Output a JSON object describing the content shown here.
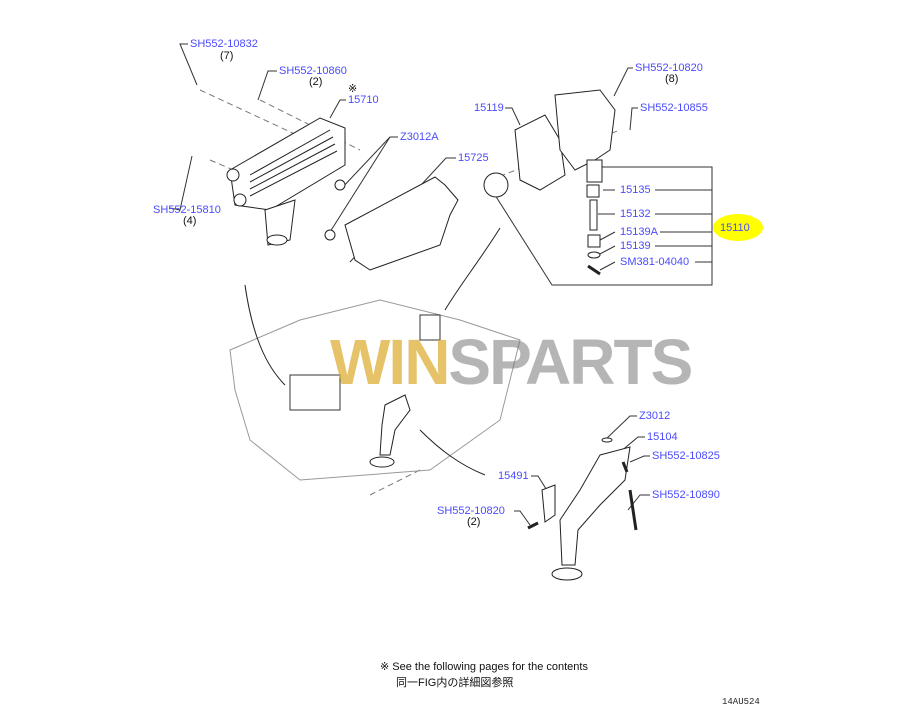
{
  "watermark": {
    "part1": "WIN",
    "part2": "SPARTS"
  },
  "callouts": {
    "sh552_10832": {
      "part": "SH552-10832",
      "qty": "(7)"
    },
    "sh552_10860": {
      "part": "SH552-10860",
      "qty": "(2)"
    },
    "p15710": {
      "mark": "※",
      "part": "15710"
    },
    "z3012a": {
      "part": "Z3012A"
    },
    "p15725": {
      "part": "15725"
    },
    "sh552_15810": {
      "part": "SH552-15810",
      "qty": "(4)"
    },
    "p15119": {
      "part": "15119"
    },
    "sh552_10820_top": {
      "part": "SH552-10820",
      "qty": "(8)"
    },
    "sh552_10855": {
      "part": "SH552-10855"
    },
    "p15135": {
      "part": "15135"
    },
    "p15132": {
      "part": "15132"
    },
    "p15139a": {
      "part": "15139A"
    },
    "p15139": {
      "part": "15139"
    },
    "sm381_04040": {
      "part": "SM381-04040"
    },
    "p15110": {
      "part": "15110",
      "highlight_color": "#ffff00"
    },
    "z3012": {
      "part": "Z3012"
    },
    "p15104": {
      "part": "15104"
    },
    "sh552_10825": {
      "part": "SH552-10825"
    },
    "p15491": {
      "part": "15491"
    },
    "sh552_10890": {
      "part": "SH552-10890"
    },
    "sh552_10820_bottom": {
      "part": "SH552-10820",
      "qty": "(2)"
    }
  },
  "footnote": {
    "line1": "※ See the following pages for the contents",
    "line2": "同一FIG内の詳細図参照"
  },
  "figure_code": "14AU524",
  "colors": {
    "link": "#4b4bff",
    "highlight": "#ffff00"
  }
}
